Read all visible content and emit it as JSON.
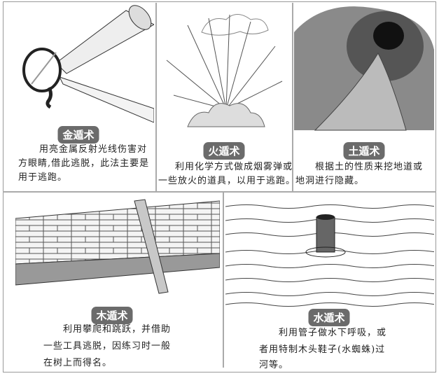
{
  "panels": [
    {
      "title": "金遁术",
      "lines": [
        "用亮金属反射光线伤害对",
        "方眼睛,借此逃脱，此法主要是",
        "用于逃跑。"
      ]
    },
    {
      "title": "火遁术",
      "lines": [
        "利用化学方式做成烟雾弹或",
        "一些放火的道具，以用于逃跑。"
      ]
    },
    {
      "title": "土遁术",
      "lines": [
        "根据土的性质来挖地道或",
        "地洞进行隐藏。"
      ]
    },
    {
      "title": "木遁术",
      "lines": [
        "利用攀爬和跳跃，并借助",
        "一些工具逃脱，因练习时一般",
        "在树上而得名。"
      ]
    },
    {
      "title": "水遁术",
      "lines": [
        "利用管子做水下呼吸，或",
        "者用特制木头鞋子(水蜘蛛)过",
        "河等。"
      ]
    }
  ],
  "colors": {
    "label_bg": "#6b6b6b",
    "label_text": "#ffffff",
    "divider": "#aaaaaa"
  }
}
